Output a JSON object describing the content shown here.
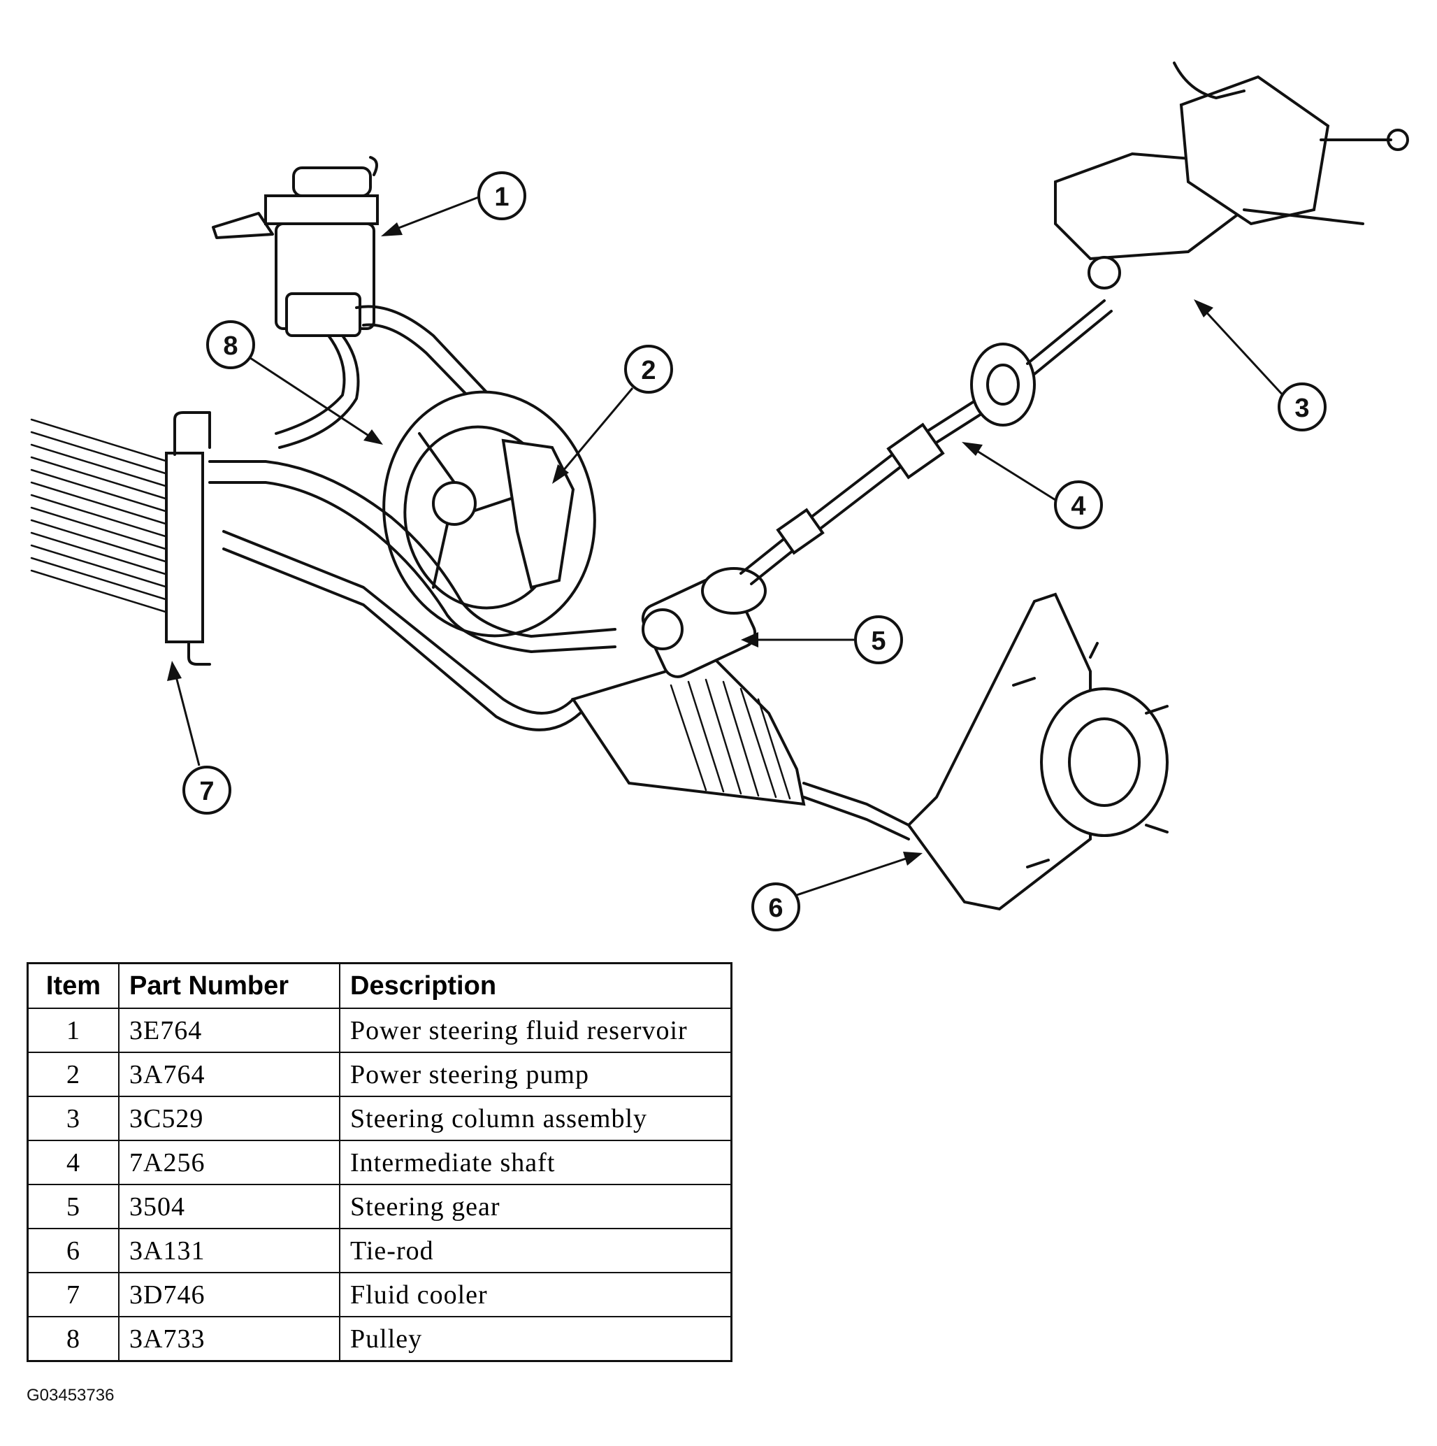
{
  "diagram": {
    "callouts": [
      "1",
      "2",
      "3",
      "4",
      "5",
      "6",
      "7",
      "8"
    ]
  },
  "table": {
    "headers": {
      "item": "Item",
      "part_number": "Part Number",
      "description": "Description"
    },
    "rows": [
      {
        "item": "1",
        "part_number": "3E764",
        "description": "Power steering fluid reservoir"
      },
      {
        "item": "2",
        "part_number": "3A764",
        "description": "Power steering pump"
      },
      {
        "item": "3",
        "part_number": "3C529",
        "description": "Steering column assembly"
      },
      {
        "item": "4",
        "part_number": "7A256",
        "description": "Intermediate shaft"
      },
      {
        "item": "5",
        "part_number": "3504",
        "description": "Steering gear"
      },
      {
        "item": "6",
        "part_number": "3A131",
        "description": "Tie-rod"
      },
      {
        "item": "7",
        "part_number": "3D746",
        "description": "Fluid cooler"
      },
      {
        "item": "8",
        "part_number": "3A733",
        "description": "Pulley"
      }
    ]
  },
  "figure_code": "G03453736"
}
